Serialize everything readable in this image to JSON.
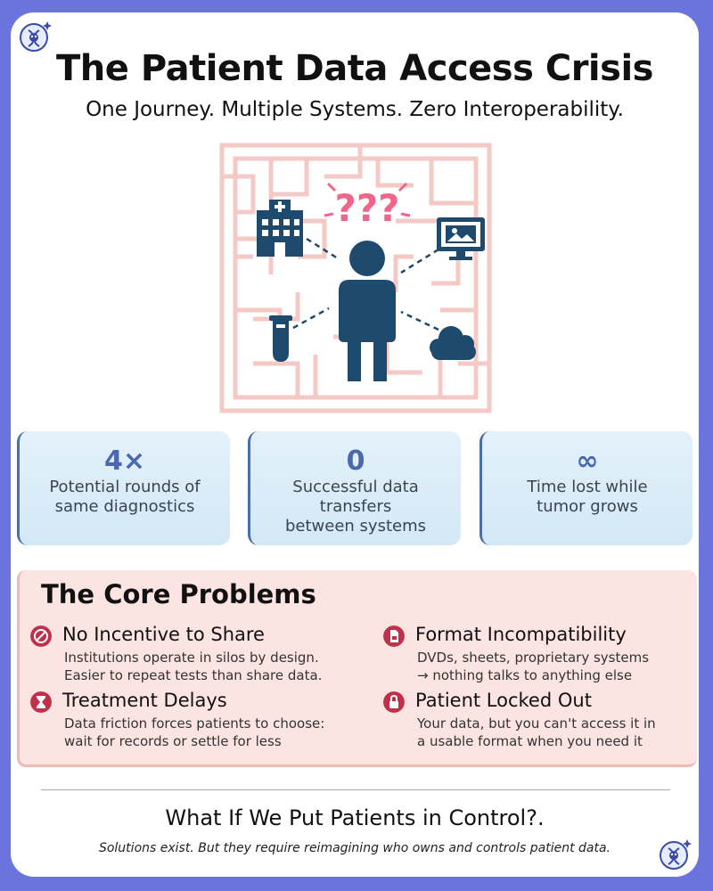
{
  "header": {
    "title": "The Patient Data Access Crisis",
    "subtitle": "One Journey. Multiple Systems. Zero Interoperability."
  },
  "illustration": {
    "question_marks": "???",
    "icons": [
      "hospital-icon",
      "monitor-image-icon",
      "test-tube-icon",
      "cloud-icon",
      "person-icon",
      "maze-icon"
    ]
  },
  "stats": [
    {
      "value": "4×",
      "label_line1": "Potential rounds of",
      "label_line2": "same diagnostics"
    },
    {
      "value": "0",
      "label_line1": "Successful data transfers",
      "label_line2": "between systems"
    },
    {
      "value": "∞",
      "label_line1": "Time lost while",
      "label_line2": "tumor grows"
    }
  ],
  "problems": {
    "heading": "The Core Problems",
    "items": [
      {
        "icon": "no-entry-icon",
        "title": "No Incentive to Share",
        "desc_line1": "Institutions operate in silos by design.",
        "desc_line2": "Easier to repeat tests than share data."
      },
      {
        "icon": "document-icon",
        "title": "Format Incompatibility",
        "desc_line1": "DVDs, sheets, proprietary systems",
        "desc_line2": "→ nothing talks to anything else"
      },
      {
        "icon": "hourglass-icon",
        "title": "Treatment Delays",
        "desc_line1": "Data friction forces patients to choose:",
        "desc_line2": "wait for records or settle for less"
      },
      {
        "icon": "lock-icon",
        "title": "Patient Locked Out",
        "desc_line1": "Your data, but you can't access it in",
        "desc_line2": "a usable format when you need it"
      }
    ]
  },
  "footer": {
    "cta": "What If We Put Patients in Control?.",
    "tagline": "Solutions exist. But they require reimagining who owns and controls patient data."
  },
  "colors": {
    "frame": "#6b74dc",
    "navy": "#1e4a6e",
    "pink": "#f0668a",
    "maze": "#f4c9c6",
    "accent_blue": "#4a68b0",
    "problem_bg": "#fbe4e1",
    "problem_icon": "#c0304a"
  }
}
